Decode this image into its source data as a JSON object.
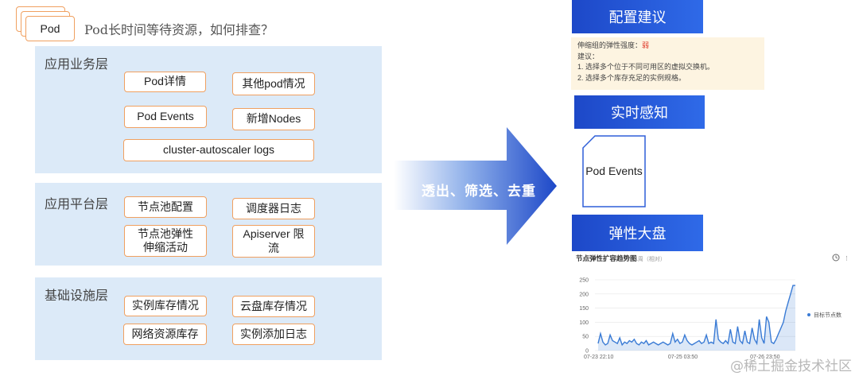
{
  "pod_icon": {
    "label": "Pod"
  },
  "question": "Pod长时间等待资源，如何排查？",
  "layers": [
    {
      "title": "应用业务层",
      "tags": [
        "Pod详情",
        "其他pod情况",
        "Pod Events",
        "新增Nodes",
        "cluster-autoscaler logs"
      ]
    },
    {
      "title": "应用平台层",
      "tags": [
        "节点池配置",
        "调度器日志",
        "节点池弹性伸缩活动",
        "Apiserver 限流"
      ]
    },
    {
      "title": "基础设施层",
      "tags": [
        "实例库存情况",
        "云盘库存情况",
        "网络资源库存",
        "实例添加日志"
      ]
    }
  ],
  "arrow": {
    "label": "透出、筛选、去重",
    "colors": [
      "#ffffff",
      "#1d48c8"
    ]
  },
  "right": {
    "config_banner": "配置建议",
    "suggestion": {
      "strength_label": "伸缩组的弹性强度：",
      "strength_value": "弱",
      "advice_title": "建议：",
      "advice_1": "1. 选择多个位于不同可用区的虚拟交换机。",
      "advice_2": "2. 选择多个库存充足的实例规格。"
    },
    "realtime_banner": "实时感知",
    "doc_label": "Pod Events",
    "dashboard_banner": "弹性大盘"
  },
  "chart_data": {
    "type": "area",
    "title": "节点弹性扩容趋势图",
    "subtitle": "1周（相对）",
    "ylim": [
      0,
      250
    ],
    "yticks": [
      "250",
      "200",
      "150",
      "100",
      "50",
      "0"
    ],
    "xticks": [
      "07-23 22:10",
      "07-25 03:50",
      "07-26 23:50"
    ],
    "legend": "目标节点数",
    "legend_position": "right",
    "color": "#3a7bd5",
    "series": [
      {
        "name": "目标节点数",
        "values": [
          25,
          60,
          30,
          20,
          25,
          55,
          35,
          30,
          25,
          45,
          20,
          30,
          25,
          35,
          30,
          40,
          25,
          20,
          30,
          25,
          35,
          20,
          25,
          30,
          25,
          20,
          25,
          30,
          25,
          20,
          25,
          60,
          30,
          40,
          25,
          30,
          55,
          35,
          25,
          20,
          25,
          30,
          35,
          25,
          30,
          55,
          25,
          30,
          25,
          110,
          40,
          30,
          25,
          35,
          25,
          75,
          30,
          25,
          85,
          35,
          25,
          70,
          30,
          25,
          80,
          40,
          25,
          110,
          45,
          25,
          120,
          100,
          30,
          25,
          40,
          60,
          80,
          100,
          140,
          170,
          200,
          230,
          230
        ]
      }
    ]
  },
  "watermark": "@稀土掘金技术社区"
}
